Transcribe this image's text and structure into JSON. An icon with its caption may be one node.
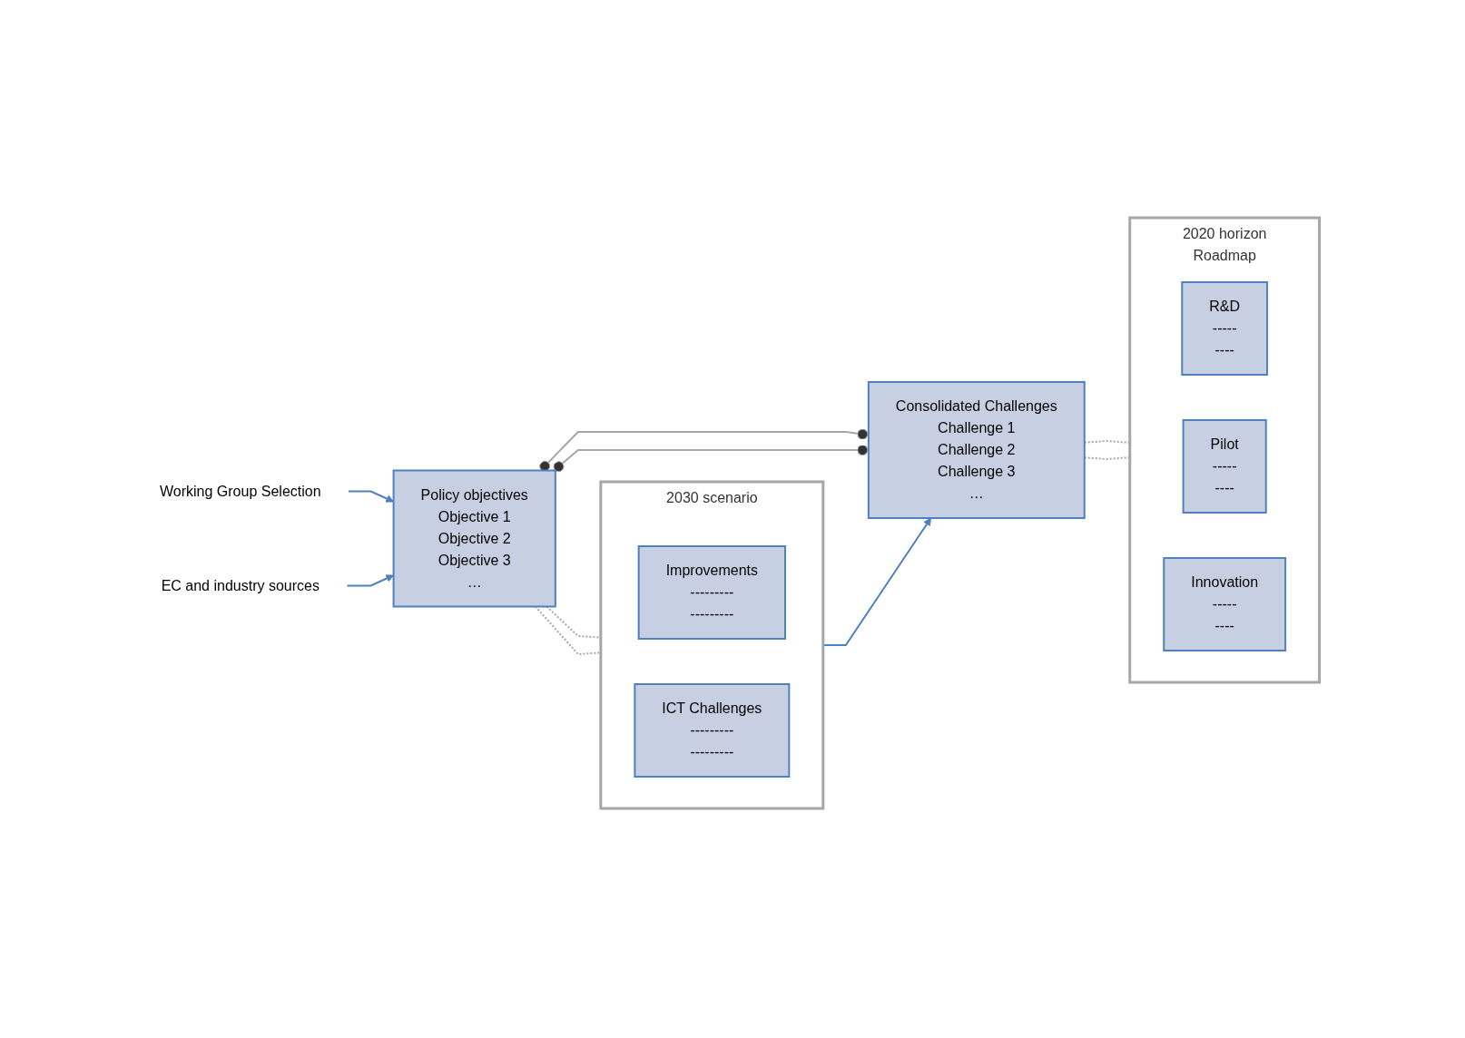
{
  "diagram": {
    "nodes": [
      {
        "text": [
          "Working Group Selection"
        ]
      },
      {
        "text": [
          "EC and industry sources"
        ]
      },
      {
        "text": [
          "Policy objectives",
          "Objective 1",
          "Objective 2",
          "Objective 3",
          "…"
        ]
      },
      {
        "text": [
          "2030 scenario"
        ]
      },
      {
        "text": [
          "Improvements",
          "---------",
          "---------"
        ],
        "in": 3
      },
      {
        "text": [
          "ICT Challenges",
          "---------",
          "---------"
        ],
        "in": 3
      },
      {
        "text": [
          "Consolidated Challenges",
          "Challenge 1",
          "Challenge 2",
          "Challenge 3",
          "…"
        ]
      },
      {
        "text": [
          "2020 horizon",
          "Roadmap"
        ]
      },
      {
        "text": [
          "R&D",
          "-----",
          "----"
        ],
        "in": 7
      },
      {
        "text": [
          "Pilot",
          "-----",
          "----"
        ],
        "in": 7
      },
      {
        "text": [
          "Innovation",
          "-----",
          "----"
        ],
        "in": 7
      }
    ],
    "edges": [
      {
        "from": 0,
        "to": 2,
        "arrow": "to",
        "color": "#4f81bd"
      },
      {
        "from": 1,
        "to": 2,
        "arrow": "to",
        "color": "#4f81bd"
      },
      {
        "from": 2,
        "to": 3,
        "arrow": "none",
        "style": "dashed"
      },
      {
        "from": 2,
        "to": 3,
        "arrow": "none",
        "style": "dashed"
      },
      {
        "from": 3,
        "to": 6,
        "arrow": "to",
        "color": "#4f81bd"
      },
      {
        "from": 2,
        "to": 6,
        "arrow": "other"
      },
      {
        "from": 2,
        "to": 6,
        "arrow": "other"
      },
      {
        "from": 6,
        "to": 7,
        "arrow": "none",
        "style": "dashed"
      },
      {
        "from": 6,
        "to": 7,
        "arrow": "none",
        "style": "dashed"
      }
    ]
  }
}
